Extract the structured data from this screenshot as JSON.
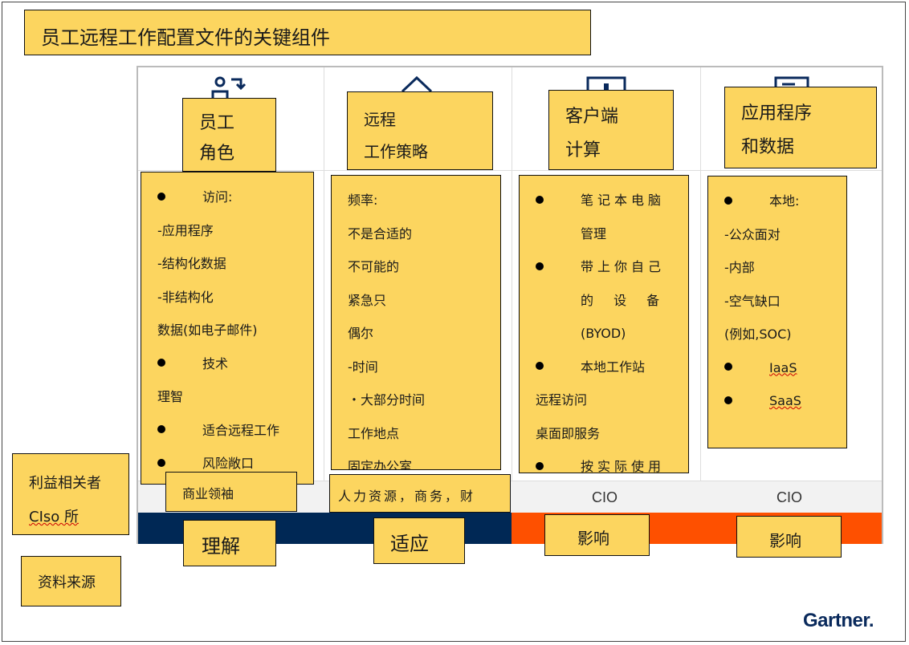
{
  "title": "员工远程工作配置文件的关键组件",
  "columns": [
    {
      "header": [
        "员工",
        "角色"
      ],
      "icon": "user-swap-icon",
      "stakeholder": "商业领袖",
      "stage": "理解",
      "bar_color": "#002855",
      "items": [
        "访问:",
        "-应用程序",
        "-结构化数据",
        "-非结构化",
        "数据(如电子邮件)",
        "技术",
        "理智",
        "适合远程工作",
        "风险敞口"
      ]
    },
    {
      "header": [
        "远程",
        "工作策略"
      ],
      "icon": "home-icon",
      "stakeholder": "人力资源，商务，财",
      "stage": "适应",
      "bar_color": "#002855",
      "items": [
        "频率:",
        "不是合适的",
        "不可能的",
        "紧急只",
        "偶尔",
        "-时间",
        "・大部分时间",
        "工作地点",
        "固定办公室"
      ]
    },
    {
      "header": [
        "客户端",
        "计算"
      ],
      "icon": "monitor-icon",
      "stakeholder": "CIO",
      "stage": "影响",
      "bar_color": "#fe5000",
      "items": [
        "笔记本电脑",
        "管理",
        "带上你自己",
        "的 设 备",
        "(BYOD)",
        "本地工作站",
        "远程访问",
        "桌面即服务",
        "按实际使用"
      ]
    },
    {
      "header": [
        "应用程序",
        "和数据"
      ],
      "icon": "server-icon",
      "stakeholder": "CIO",
      "stage": "影响",
      "bar_color": "#fe5000",
      "items": [
        "本地:",
        "-公众面对",
        "-内部",
        "-空气缺口",
        "(例如,SOC)",
        "IaaS",
        "SaaS"
      ]
    }
  ],
  "stakeholders_label": "利益相关者",
  "ciso_label": "CIso 所",
  "source_label": "资料来源",
  "logo": "Gartner."
}
